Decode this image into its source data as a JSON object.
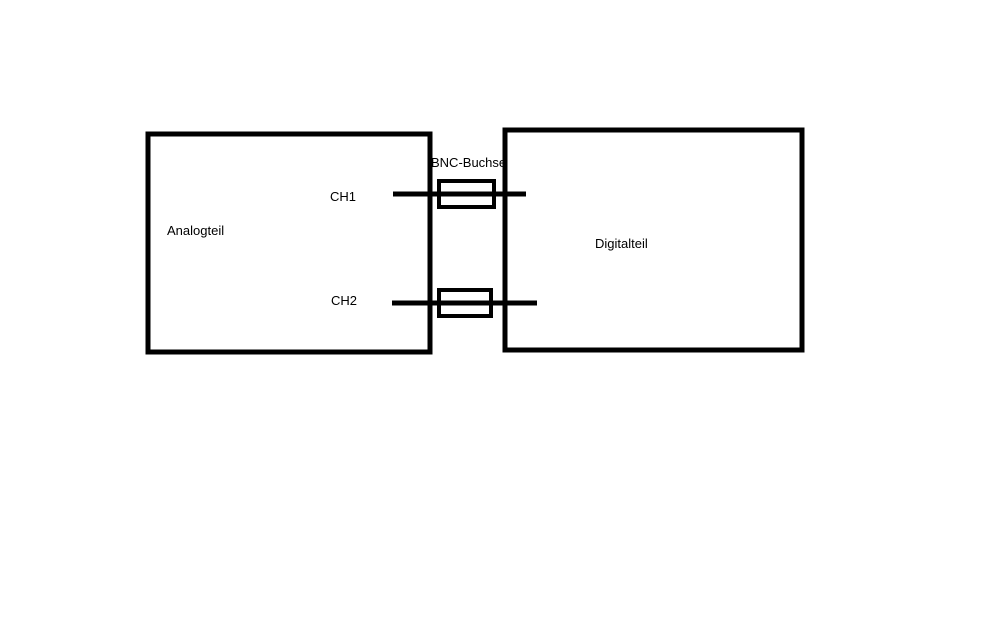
{
  "diagram": {
    "analog_block": {
      "label": "Analogteil"
    },
    "digital_block": {
      "label": "Digitalteil"
    },
    "channels": [
      {
        "label": "CH1"
      },
      {
        "label": "CH2"
      }
    ],
    "connector_label": "BNC-Buchse",
    "colors": {
      "stroke": "#000000",
      "background": "#ffffff"
    }
  }
}
